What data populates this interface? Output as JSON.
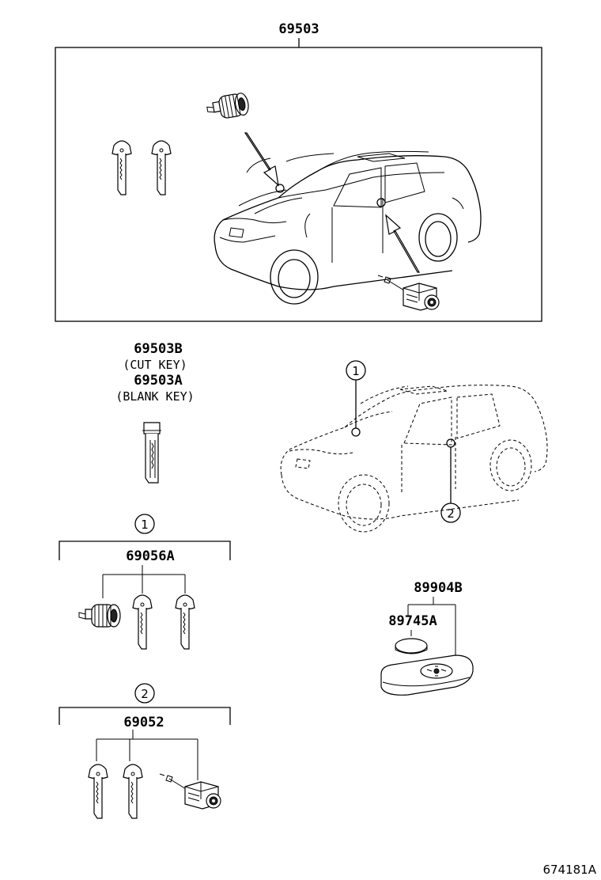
{
  "labels": {
    "kit_main": "69503",
    "cut_key": "69503B",
    "cut_key_desc": "(CUT KEY)",
    "blank_key": "69503A",
    "blank_key_desc": "(BLANK KEY)",
    "set1_number": "69056A",
    "set2_number": "69052",
    "remote": "89904B",
    "battery": "89745A",
    "diagram_code": "674181A"
  },
  "callouts": {
    "c1": "1",
    "c2": "2"
  },
  "icons": [
    "ignition-cylinder-icon",
    "key-icon",
    "door-lock-cylinder-icon",
    "suv-vehicle-icon",
    "smart-key-remote-icon",
    "coin-battery-icon"
  ]
}
